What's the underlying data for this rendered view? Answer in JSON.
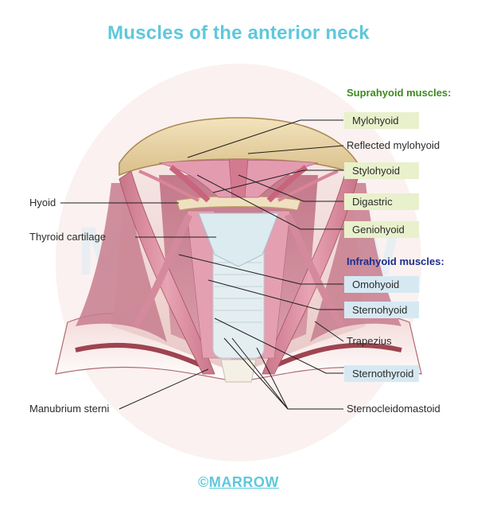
{
  "title": "Muscles of the anterior neck",
  "groups": {
    "suprahyoid": "Suprahyoid muscles:",
    "infrahyoid": "Infrahyoid muscles:"
  },
  "labels": {
    "hyoid": "Hyoid",
    "thyroid_cartilage": "Thyroid cartilage",
    "manubrium_sterni": "Manubrium sterni",
    "mylohyoid": "Mylohyoid",
    "reflected_mylohyoid": "Reflected mylohyoid",
    "stylohyoid": "Stylohyoid",
    "digastric": "Digastric",
    "geniohyoid": "Geniohyoid",
    "omohyoid": "Omohyoid",
    "sternohyoid": "Sternohyoid",
    "trapezius": "Trapezius",
    "sternothyroid": "Sternothyroid",
    "sternocleidomastoid": "Sternocleidomastoid"
  },
  "footer": {
    "prefix": "©",
    "brand": "MARROW"
  },
  "colors": {
    "title": "#5ec8dc",
    "suprahyoid_header": "#3d8a1e",
    "infrahyoid_header": "#1f2d8c",
    "suprahyoid_box": "#e8f1cc",
    "infrahyoid_box": "#d6e9f3",
    "muscle": "#d98a9c",
    "bone": "#e8d3a6",
    "cartilage": "#dfeef2"
  },
  "watermark": "MARROW"
}
